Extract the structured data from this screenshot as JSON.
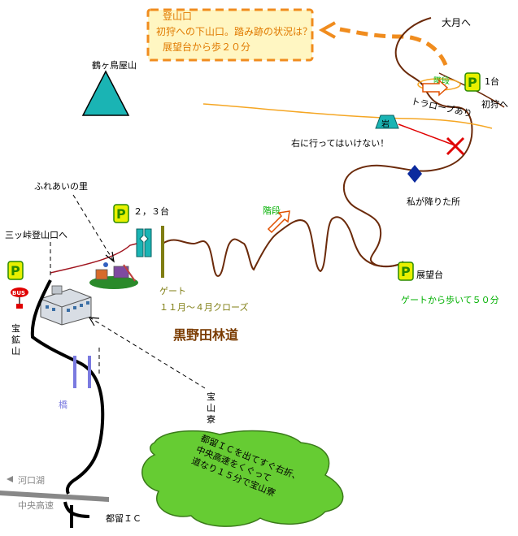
{
  "colors": {
    "road": "#6b2a0a",
    "main_road": "#000000",
    "orange": "#f5a623",
    "orange_dash": "#f08c1e",
    "note_bg": "#fff6c2",
    "parking_bg": "#e8f000",
    "parking_border": "#2a8a00",
    "parking_text": "#2a8a00",
    "green_text": "#00b000",
    "olive": "#7f7d12",
    "dark_brown_text": "#7a3b00",
    "teal": "#1ab4b4",
    "red": "#e00000",
    "navy": "#0b2a9e",
    "bubble_bg": "#66cc33",
    "bridge": "#7a7ae0"
  },
  "note_box": {
    "lines": [
      "登山口",
      "初狩への下山口。踏み跡の状況は？",
      "展望台から歩２０分"
    ]
  },
  "labels": {
    "otsuki": "大月へ",
    "hatsukari": "初狩へ",
    "lot1": "1台",
    "stairs_top": "階段",
    "rope": "トラロープあり",
    "rock": "岩",
    "no_right": "右に行ってはいけない！",
    "drop_point": "私が降りた所",
    "tsurugamine": "鶴ヶ鳥屋山",
    "fureai": "ふれあいの里",
    "lot23": "２，３台",
    "mitsutoge": "三ッ峠登山口へ",
    "stairs_mid": "階段",
    "observatory": "展望台",
    "walk50": "ゲートから歩いて５０分",
    "gate": "ゲート",
    "gate_close": "１１月～４月クローズ",
    "road_name": "黒野田林道",
    "houkozan": "宝鉱山",
    "bus": "BUS",
    "bridge": "橋",
    "housanryo": "宝山寮",
    "kawaguchiko": "河口湖",
    "chuo": "中央高速",
    "tsuru_ic": "都留ＩＣ",
    "parking": "P"
  },
  "bubble": {
    "lines": [
      "都留ＩＣを出てすぐ右折、",
      "中央高速をくぐって",
      "道なり１５分で宝山寮"
    ]
  }
}
